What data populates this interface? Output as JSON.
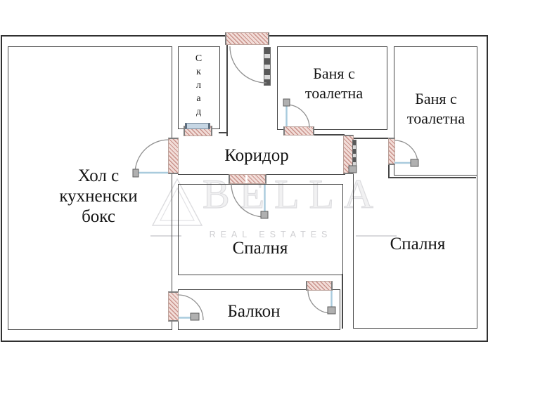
{
  "plan_title": "apartment-floor-plan",
  "rooms": {
    "hol": {
      "lines": [
        "Хол с",
        "кухненски",
        "бокс"
      ]
    },
    "sklad": {
      "label": "Склад"
    },
    "koridor": {
      "label": "Коридор"
    },
    "banya1": {
      "lines": [
        "Баня с",
        "тоалетна"
      ]
    },
    "banya2": {
      "lines": [
        "Баня с",
        "тоалетна"
      ]
    },
    "spalnya1": {
      "label": "Спалня"
    },
    "spalnya2": {
      "label": "Спалня"
    },
    "balkon": {
      "label": "Балкон"
    }
  },
  "watermark": {
    "brand": "BELLA",
    "tagline": "REAL ESTATES",
    "logo": "triangle-a-logo"
  },
  "doors": {
    "entrance": "swing-door-entrance",
    "storage": "sliding-door",
    "hall_corridor": "swing-door",
    "bathroom1": "swing-door",
    "bathroom2": "swing-door",
    "corridor_end": "swing-door",
    "bedroom1": "swing-door",
    "hall_balcony": "swing-door",
    "bedroom1_balcony": "swing-door"
  },
  "colors": {
    "outer_wall": "#303030",
    "inner_wall": "#474747",
    "door_hatch_bg": "#f2ddd8",
    "door_hatch_stripe": "#c9918a",
    "door_leaf": "#a9cbdd",
    "swing_arc": "#909090",
    "label_text": "#161616",
    "watermark": "#dcdcdf"
  }
}
